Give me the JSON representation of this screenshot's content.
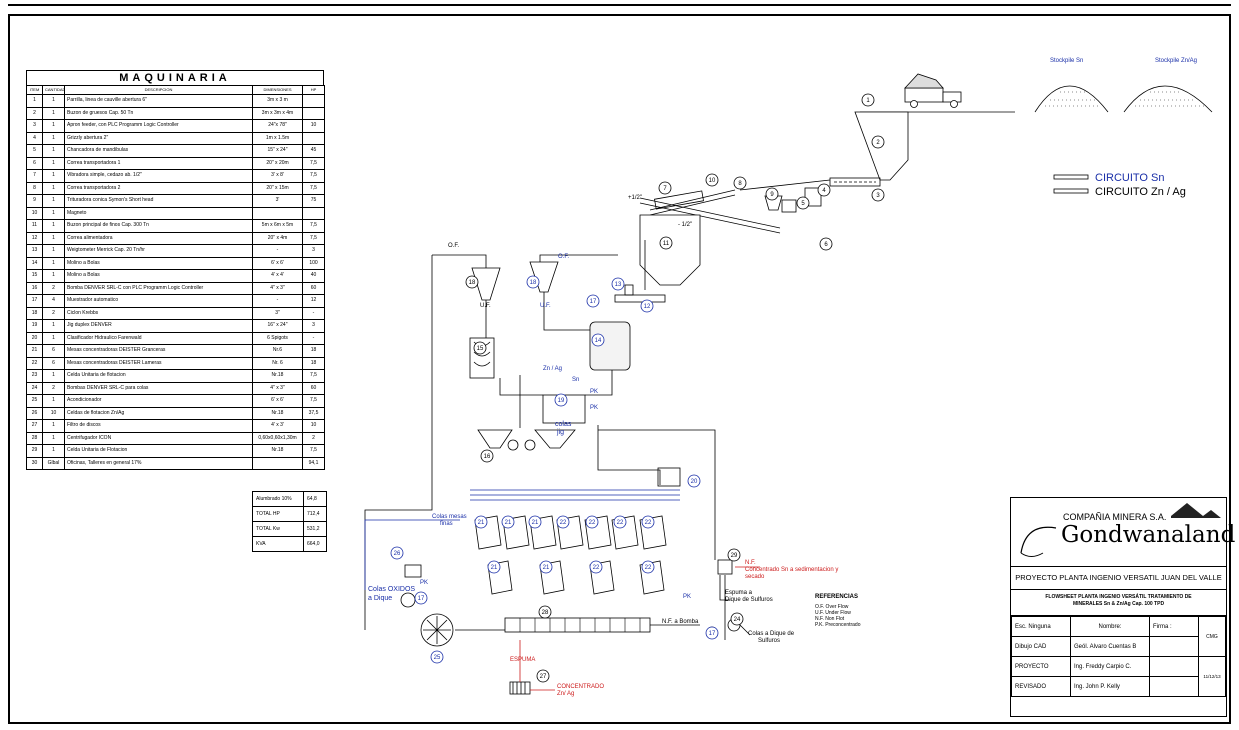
{
  "machinery": {
    "title": "MAQUINARIA",
    "headers": [
      "ITEM",
      "CANTIDAD",
      "DESCRIPCION",
      "DIMENSIONES",
      "HP"
    ],
    "rows": [
      [
        "1",
        "1",
        "Parrilla, linea de cauville abertura 6\"",
        "3m x 3 m",
        ""
      ],
      [
        "2",
        "1",
        "Buzon de gruesos Cap. 50 Tn",
        "3m x 3m x 4m",
        ""
      ],
      [
        "3",
        "1",
        "Apron feeder, con PLC Programm Logic Controller",
        "24\"x 78\"",
        "10"
      ],
      [
        "4",
        "1",
        "Grizzly abertura 2\"",
        "1m x 1.5m",
        ""
      ],
      [
        "5",
        "1",
        "Chancadora de mandibulas",
        "15\" x 24\"",
        "45"
      ],
      [
        "6",
        "1",
        "Correa transportadora 1",
        "20\" x 20m",
        "7,5"
      ],
      [
        "7",
        "1",
        "Vibradora simple, cedazo ab. 1/2\"",
        "3' x 8'",
        "7,5"
      ],
      [
        "8",
        "1",
        "Correa transportadora 2",
        "20\" x 15m",
        "7,5"
      ],
      [
        "9",
        "1",
        "Trituradora conica Symon's Short head",
        "3'",
        "75"
      ],
      [
        "10",
        "1",
        "Magneto",
        "",
        ""
      ],
      [
        "11",
        "1",
        "Buzon principal de finos Cap. 300 Tn",
        "5m x 6m x 5m",
        "7,5"
      ],
      [
        "12",
        "1",
        "Correa alimentadora",
        "20\" x 4m",
        "7,5"
      ],
      [
        "13",
        "1",
        "Weigtometer Merrick Cap. 20 Tn/hr",
        "-",
        "3"
      ],
      [
        "14",
        "1",
        "Molino a Bolas",
        "6' x 6'",
        "100"
      ],
      [
        "15",
        "1",
        "Molino a Bolas",
        "4' x 4'",
        "40"
      ],
      [
        "16",
        "2",
        "Bomba DENVER SRL-C con PLC Programm Logic Controller",
        "4\" x 3\"",
        "60"
      ],
      [
        "17",
        "4",
        "Muestrador automatico",
        "-",
        "12"
      ],
      [
        "18",
        "2",
        "Ciclon Krebbs",
        "3\"",
        "-"
      ],
      [
        "19",
        "1",
        "Jig duplex DENVER",
        "16\" x 24\"",
        "3"
      ],
      [
        "20",
        "1",
        "Clasificador Hidraulico Farenwald",
        "6 Spigots",
        "-"
      ],
      [
        "21",
        "6",
        "Mesas concentradoras DEISTER Granceras",
        "Nr.6",
        "18"
      ],
      [
        "22",
        "6",
        "Mesas concentradoras DEISTER Lameras",
        "Nr. 6",
        "18"
      ],
      [
        "23",
        "1",
        "Celda Unitaria de flotacion",
        "Nr.18",
        "7,5"
      ],
      [
        "24",
        "2",
        "Bombas DENVER SRL-C para colas",
        "4\" x 3\"",
        "60"
      ],
      [
        "25",
        "1",
        "Acondicionador",
        "6' x 6'",
        "7,5"
      ],
      [
        "26",
        "10",
        "Celdas de flotacion Zn/Ag",
        "Nr.18",
        "37,5"
      ],
      [
        "27",
        "1",
        "Filtro de discos",
        "4' x 3'",
        "10"
      ],
      [
        "28",
        "1",
        "Centrifugador ICON",
        "0,60x0,60x1,30m",
        "2"
      ],
      [
        "29",
        "1",
        "Celda Unitaria de Flotacion",
        "Nr.18",
        "7,5"
      ],
      [
        "30",
        "Glbal",
        "Oficinas, Talleres en general 17%",
        "",
        "94,1"
      ]
    ],
    "totals": [
      [
        "Alumbrado 10%",
        "64,8"
      ],
      [
        "TOTAL HP",
        "712,4"
      ],
      [
        "TOTAL Kw",
        "531,2"
      ],
      [
        "KVA",
        "664,0"
      ]
    ]
  },
  "legend": {
    "stockpile_sn": "Stockpile Sn",
    "stockpile_znag": "Stockpile Zn/Ag",
    "circuit_sn": "CIRCUITO Sn",
    "circuit_znag": "CIRCUITO Zn / Ag",
    "sn_color": "#1a2fa8",
    "znag_color": "#000000"
  },
  "references": {
    "title": "REFERENCIAS",
    "items": [
      "O.F. Over Flow",
      "U.F. Under Flow",
      "N.F. Non Flot",
      "P.K. Preconcentrado"
    ]
  },
  "flow_labels": {
    "of1": "O.F.",
    "of2": "O.F.",
    "uf1": "U.F.",
    "uf2": "U.F.",
    "half1": "+1/2\"",
    "half2": "- 1/2\"",
    "znag": "Zn / Ag",
    "sn": "Sn",
    "pk1": "PK",
    "pk2": "PK",
    "pk3": "PK",
    "colas_jig_1": "colas",
    "colas_jig_2": "jig",
    "colas_mesas_1": "Colas mesas",
    "colas_mesas_2": "finas",
    "colas_oxidos_1": "Colas OXIDOS",
    "colas_oxidos_2": "a Dique",
    "nf_conc_1": "N.F.",
    "nf_conc_2": "Concentrado Sn a sedimentacion y",
    "nf_conc_3": "secado",
    "espuma_1": "Espuma a",
    "espuma_2": "Dique de Sulfuros",
    "nf_bomba": "N.F. a Bomba",
    "colas_sulf_1": "Colas a Dique de",
    "colas_sulf_2": "Sulfuros",
    "espuma_red": "ESPUMA",
    "conc_znag_1": "CONCENTRADO",
    "conc_znag_2": "Zn/ Ag",
    "pk_small": "PK"
  },
  "title_block": {
    "company": "COMPAÑIA MINERA S.A.",
    "brand": "Gondwanaland",
    "project": "PROYECTO PLANTA INGENIO VERSATIL JUAN DEL VALLE",
    "flowsheet_1": "FLOWSHEET PLANTA INGENIO VERSÁTIL TRATAMIENTO DE",
    "flowsheet_2": "MINERALES Sn & Zn/Ag Cap. 100 TPD",
    "esc": "Esc. Ninguna",
    "nombre": "Nombre:",
    "firma": "Firma :",
    "cmg": "CMG",
    "dibujo": "Dibujo CAD",
    "dibujo_name": "Geól. Alvaro Cuentas B",
    "proyecto": "PROYECTO",
    "proyecto_name": "Ing. Freddy Carpio C.",
    "revisado": "REVISADO",
    "revisado_name": "Ing. John P. Kelly",
    "date": "11/12/13"
  }
}
